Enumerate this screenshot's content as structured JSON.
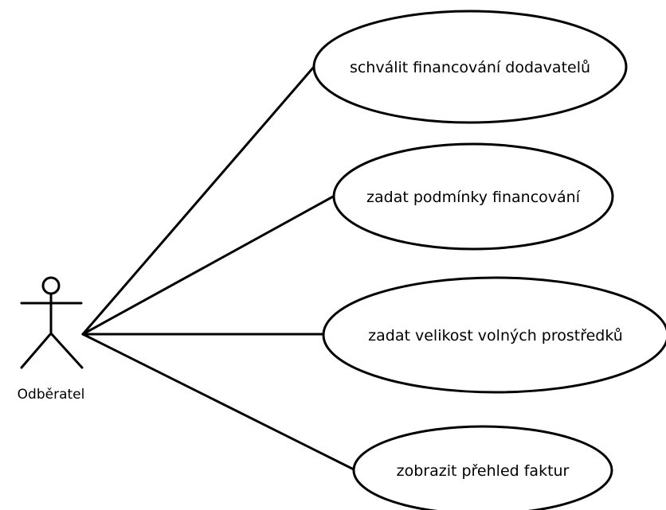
{
  "diagram": {
    "actor": {
      "label": "Odběratel"
    },
    "use_cases": [
      {
        "label": "schválit financování dodavatelů"
      },
      {
        "label": "zadat podmínky financování"
      },
      {
        "label": "zadat velikost volných prostředků"
      },
      {
        "label": "zobrazit přehled faktur"
      }
    ]
  }
}
